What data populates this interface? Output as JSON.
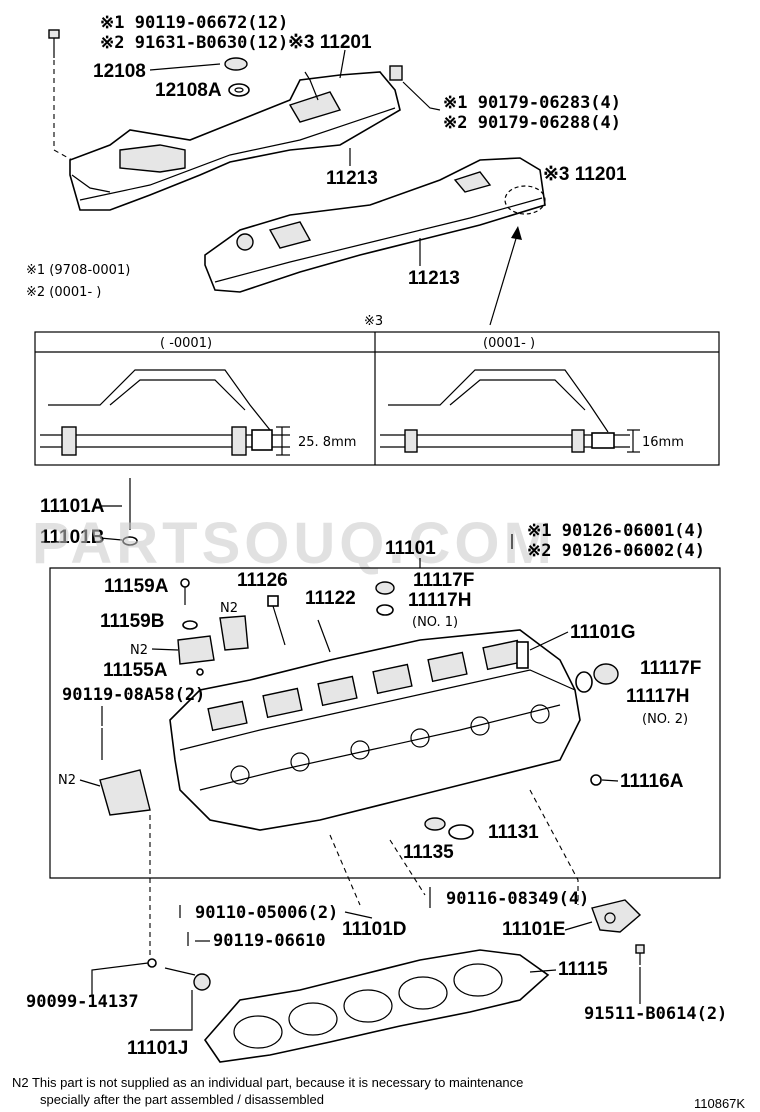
{
  "labels": {
    "p90119_06672": "※1 90119-06672(12)",
    "p91631_b0630": "※2 91631-B0630(12)",
    "p11201_top": "※3 11201",
    "p12108": "12108",
    "p12108a": "12108A",
    "p90179_06283": "※1 90179-06283(4)",
    "p90179_06288": "※2 90179-06288(4)",
    "p11213_top": "11213",
    "p11201_right": "※3 11201",
    "p11213_bottom": "11213",
    "date1": "※1 (9708-0001)",
    "date2": "※2 (0001-      )",
    "detail_mark": "※3",
    "detail_left_range": "(      -0001)",
    "detail_right_range": "(0001-      )",
    "dim_left": "25. 8mm",
    "dim_right": "16mm",
    "p11101a": "11101A",
    "p11101b": "11101B",
    "p90126_06001": "※1 90126-06001(4)",
    "p90126_06002": "※2 90126-06002(4)",
    "p11101": "11101",
    "p11159a": "11159A",
    "p11126": "11126",
    "p11117f_top": "11117F",
    "p11117h_top": "11117H",
    "no1": "(NO. 1)",
    "p11159b": "11159B",
    "n2_a": "N2",
    "p11122": "11122",
    "n2_b": "N2",
    "p11101g": "11101G",
    "p11155a": "11155A",
    "p11117f_right": "11117F",
    "p90119_08a58": "90119-08A58(2)",
    "p11117h_right": "11117H",
    "no2": "(NO. 2)",
    "n2_c": "N2",
    "p11116a": "11116A",
    "p11131": "11131",
    "p11135": "11135",
    "p90116_08349": "90116-08349(4)",
    "p90110_05006": "90110-05006(2)",
    "p11101d": "11101D",
    "p11101e": "11101E",
    "p90119_06610": "90119-06610",
    "p11115": "11115",
    "p90099_14137": "90099-14137",
    "p91511_b0614": "91511-B0614(2)",
    "p11101j": "11101J",
    "footnote_line1": "N2  This part is not supplied as an individual part, because it is necessary to maintenance",
    "footnote_line2": "specially after the part assembled / disassembled",
    "figure_id": "110867K",
    "watermark": "PARTSOUQ.COM"
  }
}
